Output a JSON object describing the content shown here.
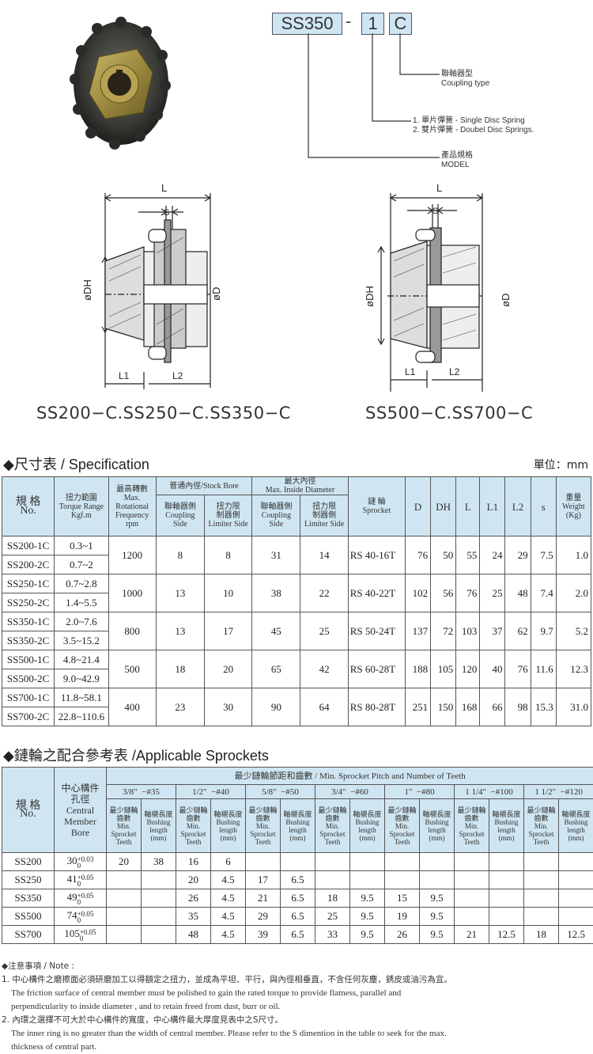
{
  "model_code": {
    "parts": [
      "SS350",
      "-",
      "1",
      "C"
    ],
    "labels": [
      {
        "zh": "聯軸器型",
        "en": "Coupling type"
      },
      {
        "zh": "1. 單片彈簧 - Single Disc Spring",
        "en": "2. 雙片彈簧 - Doubel Disc Springs."
      },
      {
        "zh": "產品規格",
        "en": "MODEL"
      }
    ]
  },
  "drawings": {
    "left": {
      "L": "L",
      "S": "S",
      "DH": "øDH",
      "D": "øD",
      "L1": "L1",
      "L2": "L2",
      "caption": "SS200−C.SS250−C.SS350−C"
    },
    "right": {
      "L": "L",
      "S": "S",
      "DH": "øDH",
      "D": "øD",
      "L1": "L1",
      "L2": "L2",
      "caption": "SS500−C.SS700−C"
    }
  },
  "spec": {
    "title_zh": "◆尺寸表",
    "title_en": " / Specification",
    "unit": "單位：mm",
    "headers": {
      "model": [
        "規 格",
        "No."
      ],
      "torque": [
        "扭力範圍",
        "Torque Range",
        "Kgf.m"
      ],
      "rpm": [
        "最高轉數",
        "Max.",
        "Rotational",
        "Frequency",
        "rpm"
      ],
      "stock_bore": "普通內徑/Stock Bore",
      "max_inside": [
        "最大內徑",
        "Max. Inside Diameter"
      ],
      "coupling_side": [
        "聯軸器側",
        "Coupling",
        "Side"
      ],
      "limiter_side": [
        "扭力限",
        "制器側",
        "Limiter Side"
      ],
      "sprocket": [
        "鏈 輪",
        "Sprocket"
      ],
      "D": "D",
      "DH": "DH",
      "L": "L",
      "L1": "L1",
      "L2": "L2",
      "s": "s",
      "weight": [
        "重量",
        "Weight",
        "(Kg)"
      ]
    },
    "groups": [
      {
        "models": [
          "SS200-1C",
          "SS200-2C"
        ],
        "torque": [
          "0.3~1",
          "0.7~2"
        ],
        "rpm": "1200",
        "stock_c": "8",
        "stock_l": "8",
        "max_c": "31",
        "max_l": "14",
        "sprocket": "RS 40-16T",
        "D": "76",
        "DH": "50",
        "L": "55",
        "L1": "24",
        "L2": "29",
        "s": "7.5",
        "weight": "1.0"
      },
      {
        "models": [
          "SS250-1C",
          "SS250-2C"
        ],
        "torque": [
          "0.7~2.8",
          "1.4~5.5"
        ],
        "rpm": "1000",
        "stock_c": "13",
        "stock_l": "10",
        "max_c": "38",
        "max_l": "22",
        "sprocket": "RS 40-22T",
        "D": "102",
        "DH": "56",
        "L": "76",
        "L1": "25",
        "L2": "48",
        "s": "7.4",
        "weight": "2.0"
      },
      {
        "models": [
          "SS350-1C",
          "SS350-2C"
        ],
        "torque": [
          "2.0~7.6",
          "3.5~15.2"
        ],
        "rpm": "800",
        "stock_c": "13",
        "stock_l": "17",
        "max_c": "45",
        "max_l": "25",
        "sprocket": "RS 50-24T",
        "D": "137",
        "DH": "72",
        "L": "103",
        "L1": "37",
        "L2": "62",
        "s": "9.7",
        "weight": "5.2"
      },
      {
        "models": [
          "SS500-1C",
          "SS500-2C"
        ],
        "torque": [
          "4.8~21.4",
          "9.0~42.9"
        ],
        "rpm": "500",
        "stock_c": "18",
        "stock_l": "20",
        "max_c": "65",
        "max_l": "42",
        "sprocket": "RS 60-28T",
        "D": "188",
        "DH": "105",
        "L": "120",
        "L1": "40",
        "L2": "76",
        "s": "11.6",
        "weight": "12.3"
      },
      {
        "models": [
          "SS700-1C",
          "SS700-2C"
        ],
        "torque": [
          "11.8~58.1",
          "22.8~110.6"
        ],
        "rpm": "400",
        "stock_c": "23",
        "stock_l": "30",
        "max_c": "90",
        "max_l": "64",
        "sprocket": "RS 80-28T",
        "D": "251",
        "DH": "150",
        "L": "168",
        "L1": "66",
        "L2": "98",
        "s": "15.3",
        "weight": "31.0"
      }
    ]
  },
  "sprockets": {
    "title_zh": "◆鏈輪之配合參考表",
    "title_en": " /Applicable Sprockets",
    "headers": {
      "model": [
        "規 格",
        "No."
      ],
      "bore": [
        "中心構件",
        "孔徑",
        "Central",
        "Member",
        "Bore"
      ],
      "top": "最少鏈輪節距和齒數 / Min. Sprocket Pitch and Number of Teeth",
      "pitches": [
        "3/8\"  −#35",
        "1/2\"  −#40",
        "5/8\"  −#50",
        "3/4\"  −#60",
        "1\"  −#80",
        "1 1/4\"  −#100",
        "1 1/2\"  −#120"
      ],
      "min_teeth": [
        "最少鏈輪",
        "齒數",
        "Min.",
        "Sprocket",
        "Teeth"
      ],
      "bushing": [
        "軸襯長度",
        "Bushing",
        "length",
        "(mm)"
      ]
    },
    "rows": [
      {
        "model": "SS200",
        "bore": "30",
        "tol": [
          "+0.03",
          "0"
        ],
        "cells": [
          "20",
          "38",
          "16",
          "6",
          "",
          "",
          "",
          "",
          "",
          "",
          "",
          "",
          "",
          ""
        ]
      },
      {
        "model": "SS250",
        "bore": "41",
        "tol": [
          "+0.05",
          "0"
        ],
        "cells": [
          "",
          "",
          "20",
          "4.5",
          "17",
          "6.5",
          "",
          "",
          "",
          "",
          "",
          "",
          "",
          ""
        ]
      },
      {
        "model": "SS350",
        "bore": "49",
        "tol": [
          "+0.05",
          "0"
        ],
        "cells": [
          "",
          "",
          "26",
          "4.5",
          "21",
          "6.5",
          "18",
          "9.5",
          "15",
          "9.5",
          "",
          "",
          "",
          ""
        ]
      },
      {
        "model": "SS500",
        "bore": "74",
        "tol": [
          "+0.05",
          "0"
        ],
        "cells": [
          "",
          "",
          "35",
          "4.5",
          "29",
          "6.5",
          "25",
          "9.5",
          "19",
          "9.5",
          "",
          "",
          "",
          ""
        ]
      },
      {
        "model": "SS700",
        "bore": "105",
        "tol": [
          "+0.05",
          "0"
        ],
        "cells": [
          "",
          "",
          "48",
          "4.5",
          "39",
          "6.5",
          "33",
          "9.5",
          "26",
          "9.5",
          "21",
          "12.5",
          "18",
          "12.5"
        ]
      }
    ]
  },
  "notes": {
    "title": "◆注意事項 / Note :",
    "items": [
      {
        "zh": "1. 中心構件之磨擦面必須研磨加工以得額定之扭力，並成為平坦、平行，與內徑相垂直，不含任何灰塵，銹皮或油污為宜。",
        "en": [
          "The friction surface of central member must be polished to gain the rated torque to provide flatness, parallel and",
          "perpendicularity to inside diameter , and to retain freed from dust, burr or oil."
        ]
      },
      {
        "zh": "2. 內環之選擇不可大於中心構件的寬度，中心構件最大厚度見表中之S尺寸。",
        "en": [
          "The inner ring is no greater  than the width of central member. Please  refer to the S dimention in the table to seek  for the max.",
          "thickness of central part."
        ]
      }
    ]
  }
}
